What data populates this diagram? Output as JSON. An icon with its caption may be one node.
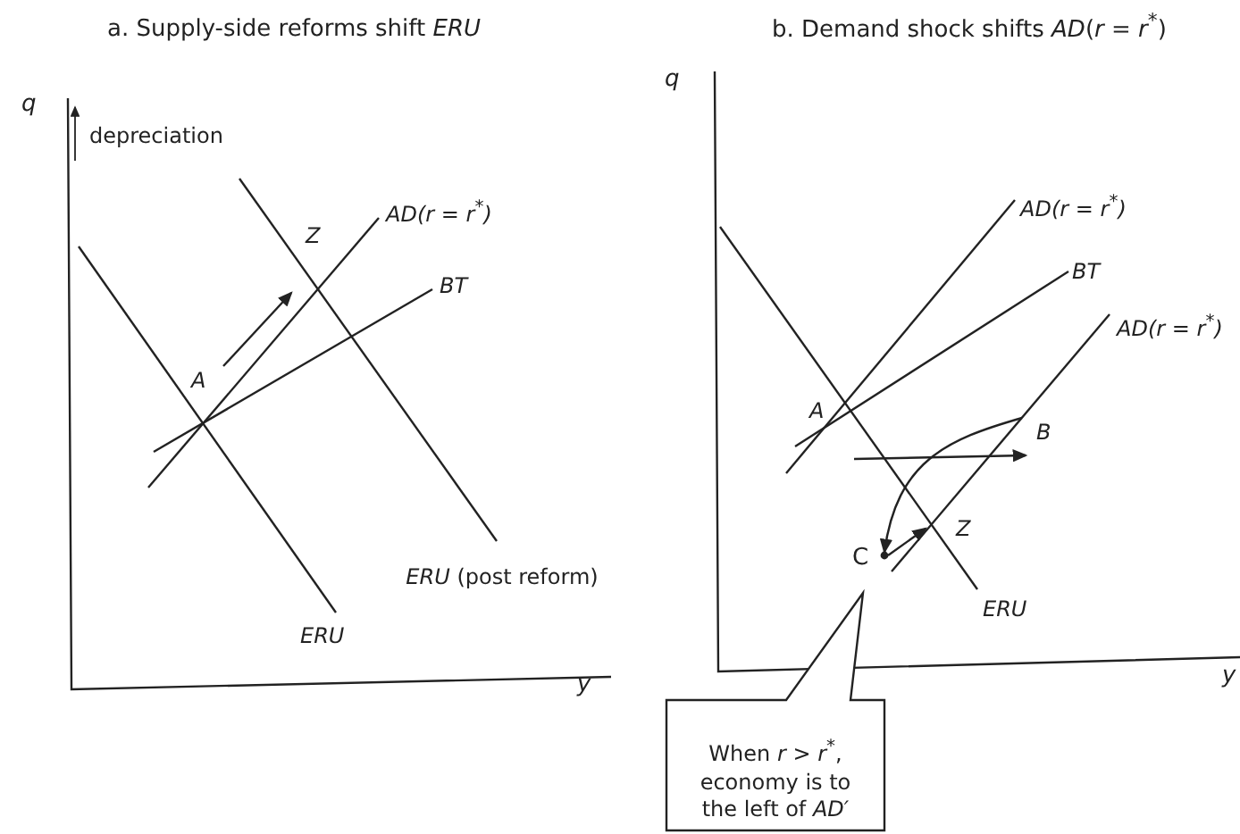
{
  "diagram": {
    "nodes": [
      {
        "text": [
          "When *r* > *r*$^{*}$, economy is to the left of *AD′*"
        ]
      }
    ],
    "labels": [
      "a. Supply-side reforms shift *ERU*",
      "b. Demand shock shifts *AD*(*r* = *r*$^{*}$)",
      "q",
      "depreciation",
      "q",
      "*AD*(*r* = *r*$^{*}$)",
      "Z",
      "BT",
      "A",
      "*AD*(*r* = *r*$^{*}$)",
      "BT",
      "*AD*(*r* = *r*$^{*}$)",
      "A",
      "B",
      "Z",
      "C",
      "*ERU* (post reform)",
      "ERU",
      "y",
      "ERU",
      "y"
    ]
  }
}
